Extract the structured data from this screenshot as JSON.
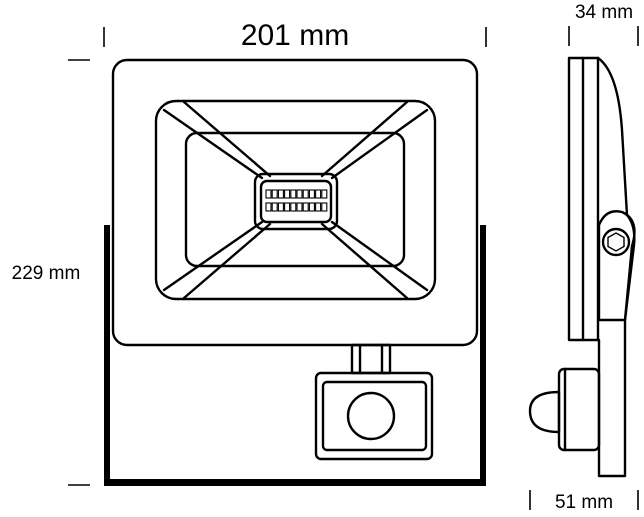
{
  "dimensions": {
    "width": "201 mm",
    "height": "229 mm",
    "depth_top": "34 mm",
    "depth_bottom": "51 mm"
  }
}
